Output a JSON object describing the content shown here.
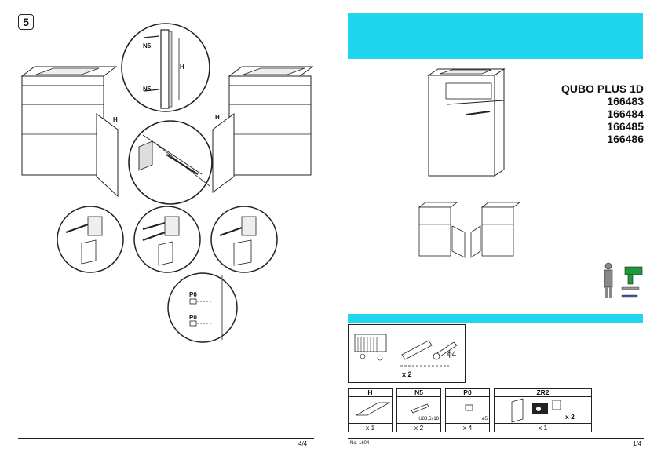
{
  "left_page": {
    "step_number": "5",
    "page_number": "4/4",
    "labels": {
      "n5_top": "N5",
      "n5_bottom": "N5",
      "h_circle": "H",
      "h_left": "H",
      "h_right": "H",
      "p0_top": "P0",
      "p0_bottom": "P0"
    }
  },
  "right_page": {
    "product_name": "QUBO PLUS 1D",
    "codes": [
      "166483",
      "166484",
      "166485",
      "166486"
    ],
    "hardware_bag_qty": "x 2",
    "screw_diameter": "ϕ4",
    "parts": [
      {
        "code": "H",
        "qty": "x 1"
      },
      {
        "code": "N5",
        "qty": "x 2",
        "spec": "U83,5x18"
      },
      {
        "code": "P0",
        "qty": "x 4",
        "spec": "ø5"
      },
      {
        "code": "ZR2",
        "qty": "x 1",
        "inner_qty": "x 2"
      }
    ],
    "doc_number": "No. 1604",
    "page_number": "1/4"
  },
  "colors": {
    "accent": "#1fd6ee",
    "ink": "#222222"
  }
}
